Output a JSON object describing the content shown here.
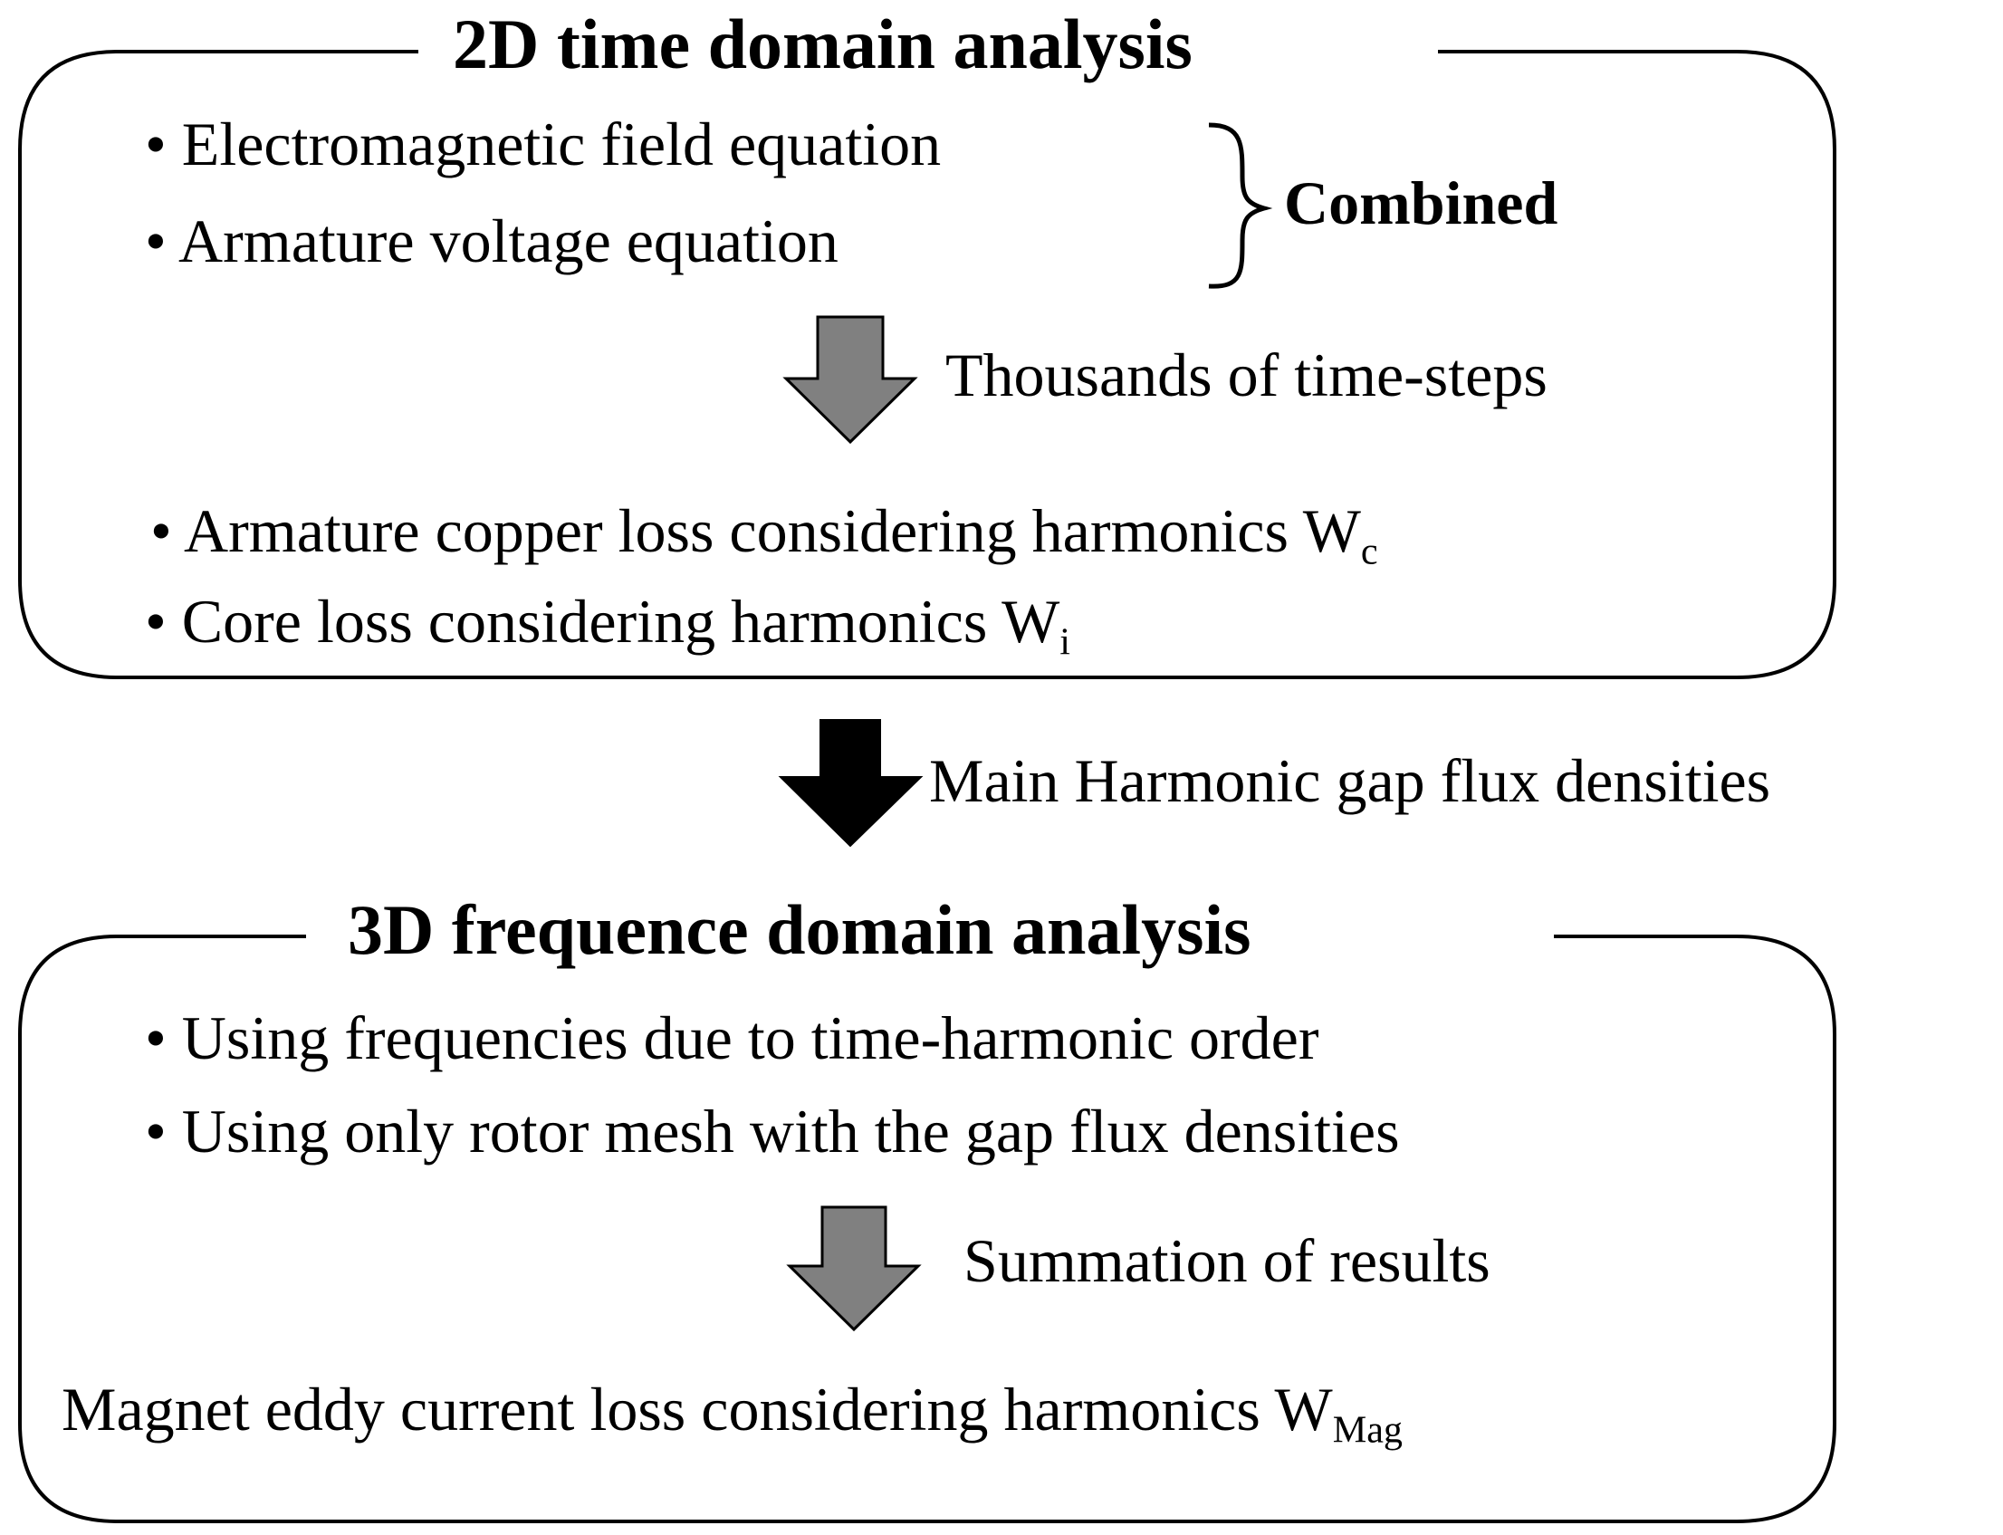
{
  "top_box": {
    "title": "2D time domain analysis",
    "items": [
      "• Electromagnetic field equation",
      "• Armature voltage equation"
    ],
    "brace_label": "Combined",
    "step_label": "Thousands of time-steps",
    "results": [
      {
        "text": "• Armature copper loss considering harmonics W",
        "subscript": "c"
      },
      {
        "text": "• Core loss considering harmonics W",
        "subscript": "i"
      }
    ]
  },
  "connector": {
    "label": "Main Harmonic gap flux densities"
  },
  "bottom_box": {
    "title": "3D frequence domain analysis",
    "items": [
      "• Using frequencies due to time-harmonic order",
      "• Using only rotor mesh with the gap flux densities"
    ],
    "step_label": "Summation of results",
    "result": {
      "text": "Magnet eddy current loss considering harmonics W",
      "subscript": "Mag"
    }
  },
  "colors": {
    "step_arrow": "#808080",
    "connector_arrow": "#000000",
    "outline": "#000000"
  }
}
